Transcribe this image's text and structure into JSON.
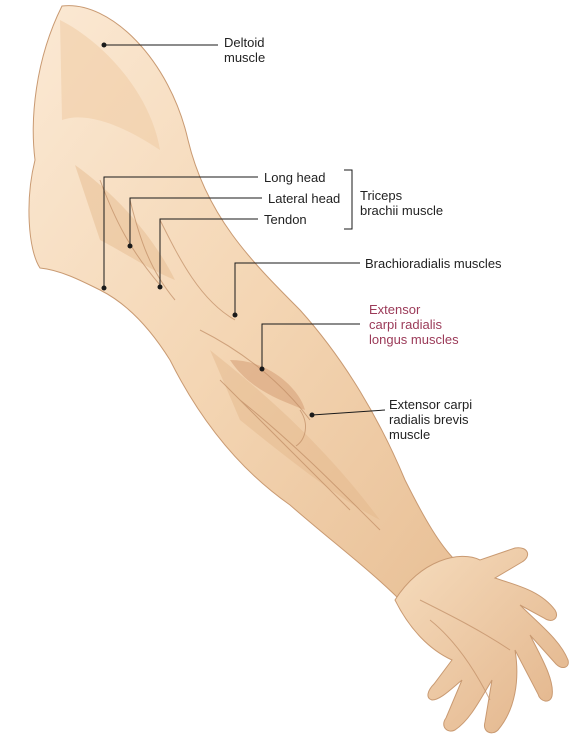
{
  "colors": {
    "skin_light": "#fbe9d4",
    "skin_mid": "#f2cfa8",
    "skin_shadow": "#d9a77c",
    "skin_dark": "#bf8a61",
    "leader_line": "#1a1a1a",
    "accent_label": "#9b3a58"
  },
  "labels": {
    "deltoid": [
      "Deltoid",
      "muscle"
    ],
    "long_head": "Long head",
    "lateral_head": "Lateral head",
    "tendon": "Tendon",
    "triceps": [
      "Triceps",
      "brachii muscle"
    ],
    "brachioradialis": "Brachioradialis muscles",
    "ecrl": [
      "Extensor",
      "carpi radialis",
      "longus muscles"
    ],
    "ecrb": [
      "Extensor carpi",
      "radialis brevis",
      "muscle"
    ]
  }
}
